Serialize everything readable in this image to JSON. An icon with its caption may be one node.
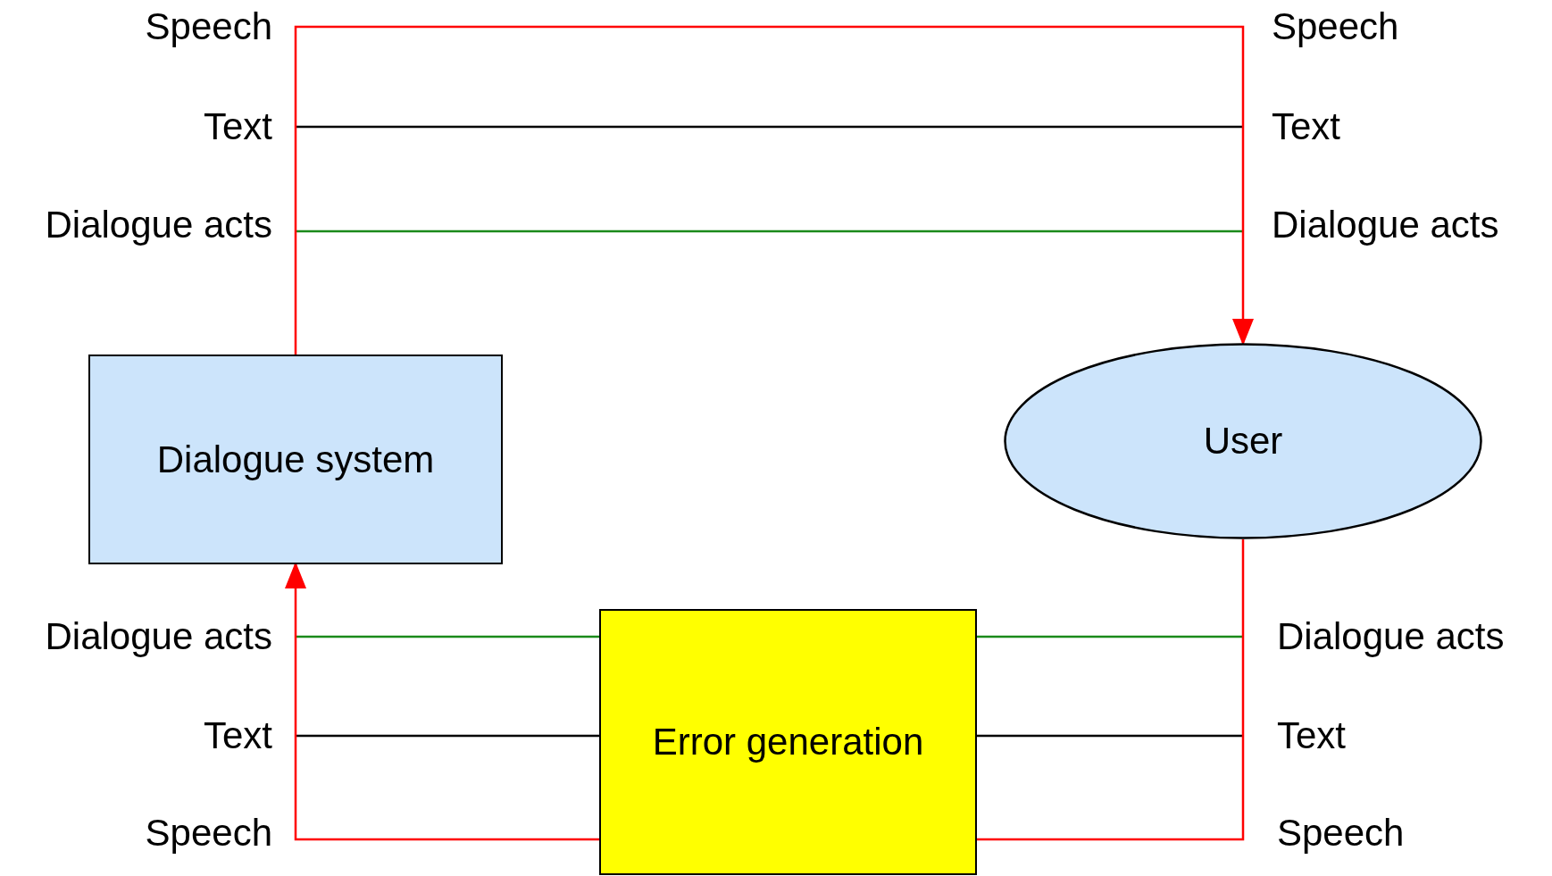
{
  "diagram": {
    "nodes": [
      {
        "text": [
          "Dialogue system"
        ]
      },
      {
        "text": [
          "User"
        ]
      },
      {
        "text": [
          "Error generation"
        ]
      }
    ],
    "edges": [
      {
        "from": 0,
        "to": 1,
        "arrow": "to"
      },
      {
        "from": 1,
        "to": 2,
        "arrow": "none"
      },
      {
        "from": 2,
        "to": 0,
        "arrow": "to"
      }
    ],
    "labels": [
      "Speech",
      "Speech",
      "Text",
      "Text",
      "Dialogue acts",
      "Dialogue acts",
      "Dialogue acts",
      "Dialogue acts",
      "Text",
      "Text",
      "Speech",
      "Speech"
    ]
  }
}
